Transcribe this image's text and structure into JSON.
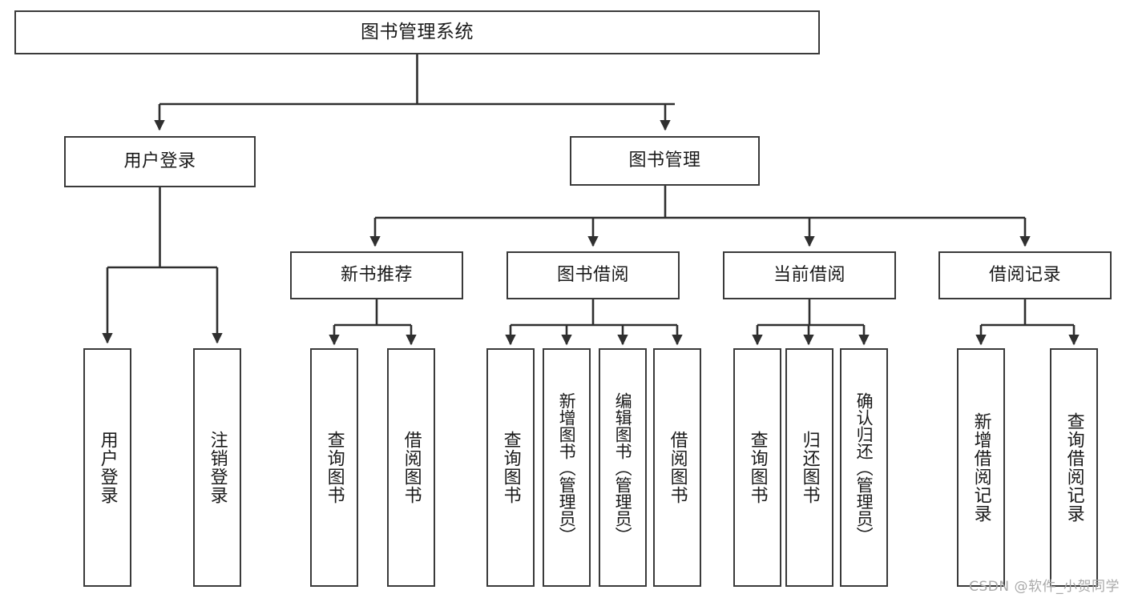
{
  "diagram": {
    "type": "tree-hierarchy-chart",
    "title": "图书管理系统",
    "watermark": "CSDN @软件_小贺同学",
    "theme": {
      "background": "#ffffff",
      "stroke": "#3a3a3a",
      "text": "#1a1a1a",
      "watermark_color": "#a9a9a9"
    },
    "nodes": {
      "root": {
        "label": "图书管理系统",
        "level": 1
      },
      "user_login": {
        "label": "用户登录",
        "level": 2
      },
      "book_manage": {
        "label": "图书管理",
        "level": 2
      },
      "new_book_rec": {
        "label": "新书推荐",
        "level": 3
      },
      "book_borrow": {
        "label": "图书借阅",
        "level": 3
      },
      "current_borrow": {
        "label": "当前借阅",
        "level": 3
      },
      "borrow_record": {
        "label": "借阅记录",
        "level": 3
      },
      "leaf_user_login": {
        "label": "用户登录",
        "level": 3
      },
      "leaf_logout": {
        "label": "注销登录",
        "level": 3
      },
      "leaf_query_book_a": {
        "label": "查询图书",
        "level": 4
      },
      "leaf_borrow_book_a": {
        "label": "借阅图书",
        "level": 4
      },
      "leaf_query_book_b": {
        "label": "查询图书",
        "level": 4
      },
      "leaf_add_book": {
        "label": "新增图书（管理员）",
        "level": 4
      },
      "leaf_edit_book": {
        "label": "编辑图书（管理员）",
        "level": 4
      },
      "leaf_borrow_book_b": {
        "label": "借阅图书",
        "level": 4
      },
      "leaf_query_book_c": {
        "label": "查询图书",
        "level": 4
      },
      "leaf_return_book": {
        "label": "归还图书",
        "level": 4
      },
      "leaf_confirm_return": {
        "label": "确认归还（管理员）",
        "level": 4
      },
      "leaf_add_record": {
        "label": "新增借阅记录",
        "level": 4
      },
      "leaf_query_record": {
        "label": "查询借阅记录",
        "level": 4
      }
    },
    "edges": [
      {
        "from": "root",
        "to": "user_login"
      },
      {
        "from": "root",
        "to": "book_manage"
      },
      {
        "from": "user_login",
        "to": "leaf_user_login"
      },
      {
        "from": "user_login",
        "to": "leaf_logout"
      },
      {
        "from": "book_manage",
        "to": "new_book_rec"
      },
      {
        "from": "book_manage",
        "to": "book_borrow"
      },
      {
        "from": "book_manage",
        "to": "current_borrow"
      },
      {
        "from": "book_manage",
        "to": "borrow_record"
      },
      {
        "from": "new_book_rec",
        "to": "leaf_query_book_a"
      },
      {
        "from": "new_book_rec",
        "to": "leaf_borrow_book_a"
      },
      {
        "from": "book_borrow",
        "to": "leaf_query_book_b"
      },
      {
        "from": "book_borrow",
        "to": "leaf_add_book"
      },
      {
        "from": "book_borrow",
        "to": "leaf_edit_book"
      },
      {
        "from": "book_borrow",
        "to": "leaf_borrow_book_b"
      },
      {
        "from": "current_borrow",
        "to": "leaf_query_book_c"
      },
      {
        "from": "current_borrow",
        "to": "leaf_return_book"
      },
      {
        "from": "current_borrow",
        "to": "leaf_confirm_return"
      },
      {
        "from": "borrow_record",
        "to": "leaf_add_record"
      },
      {
        "from": "borrow_record",
        "to": "leaf_query_record"
      }
    ]
  }
}
